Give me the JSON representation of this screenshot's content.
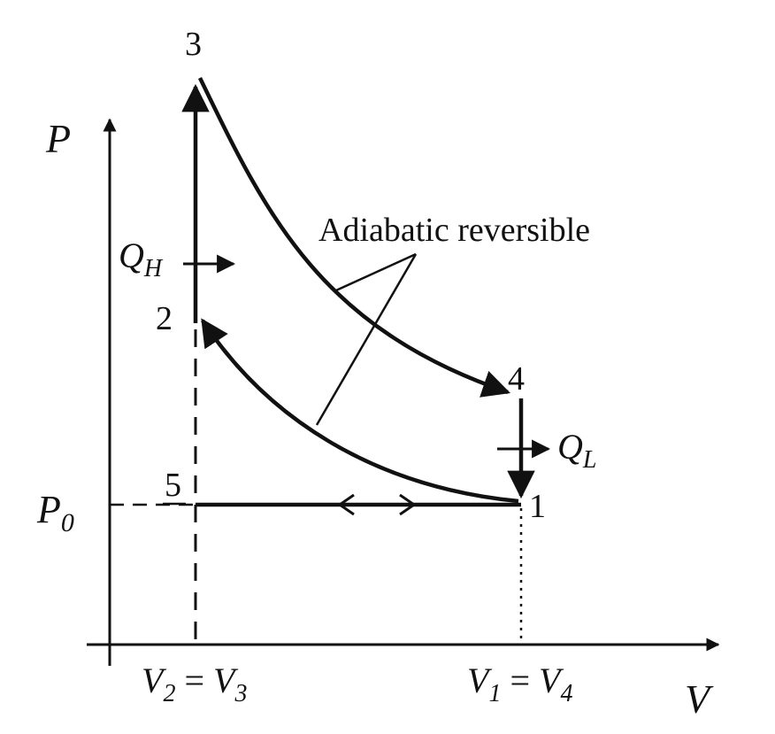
{
  "diagram": {
    "axes": {
      "y_label": "P",
      "x_label": "V",
      "p0_label": "P",
      "p0_sub": "0"
    },
    "states": {
      "s1": "1",
      "s2": "2",
      "s3": "3",
      "s4": "4",
      "s5": "5"
    },
    "heat": {
      "qh": "Q",
      "qh_sub": "H",
      "ql": "Q",
      "ql_sub": "L"
    },
    "annotation": "Adiabatic reversible",
    "volume_labels": {
      "left": {
        "a": "V",
        "a_sub": "2",
        "eq": " = ",
        "b": "V",
        "b_sub": "3"
      },
      "right": {
        "a": "V",
        "a_sub": "1",
        "eq": " = ",
        "b": "V",
        "b_sub": "4"
      }
    },
    "colors": {
      "ink": "#111111",
      "background": "#ffffff"
    }
  }
}
